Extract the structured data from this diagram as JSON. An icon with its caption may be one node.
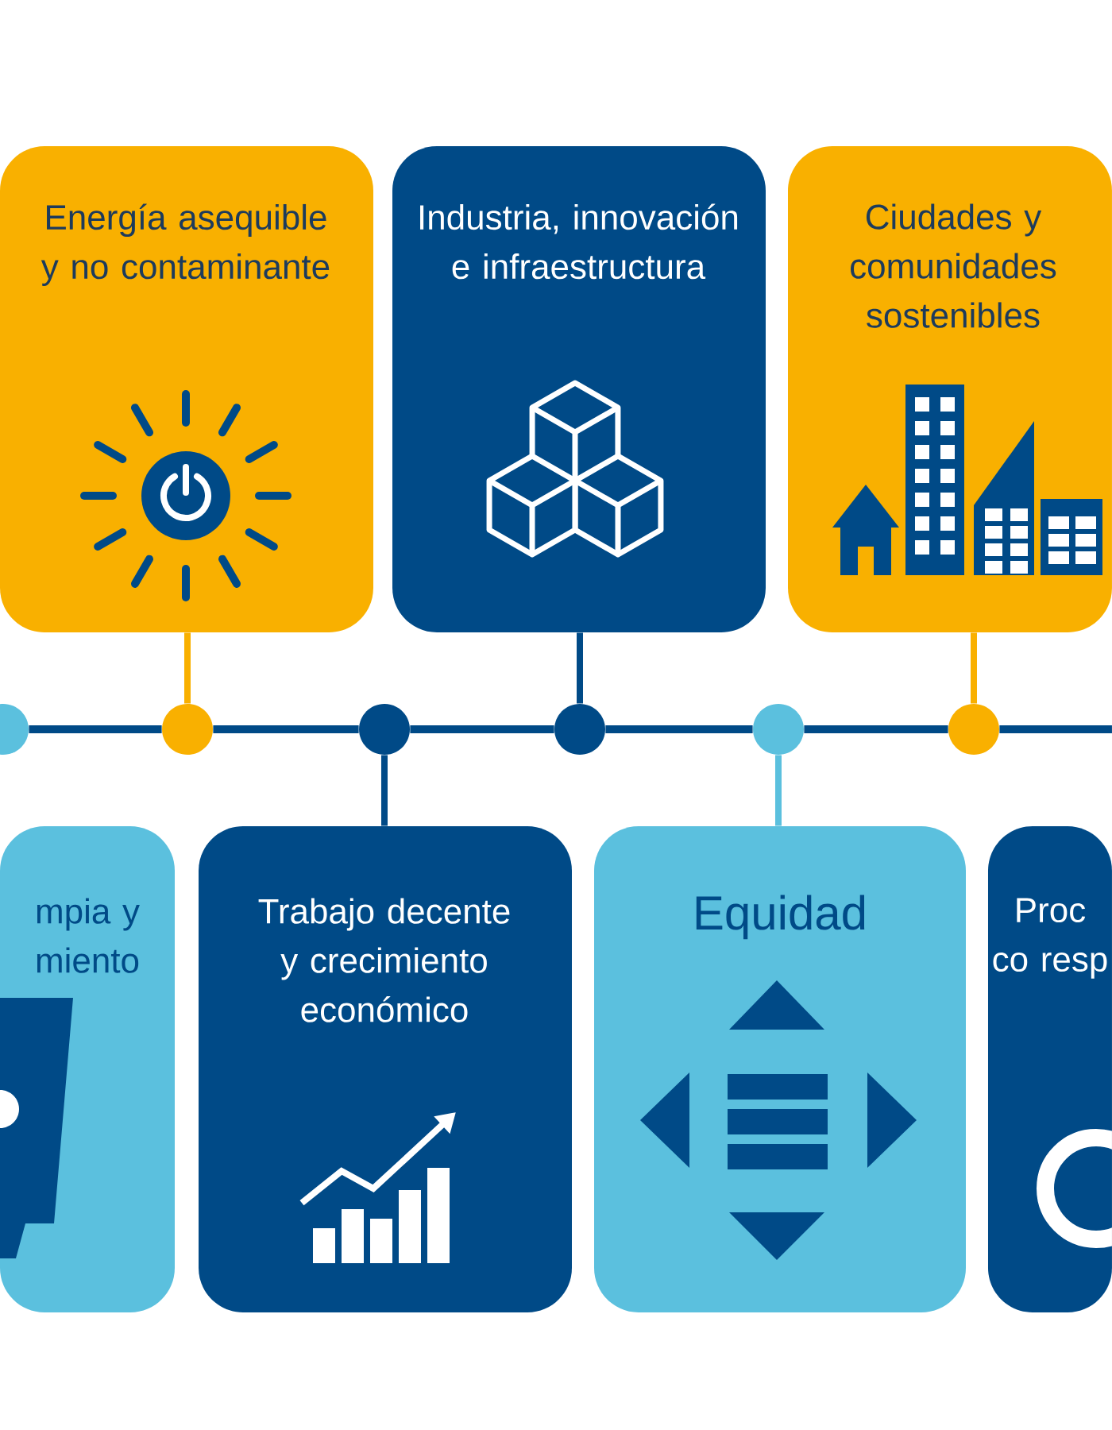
{
  "diagram": {
    "nodes": [
      {
        "text": [
          "Energía asequible y no contaminante"
        ]
      },
      {
        "text": [
          "Industria, innovación e infraestructura"
        ]
      },
      {
        "text": [
          "Ciudades y comunidades sostenibles"
        ]
      },
      {
        "text": [],
        "shape": "circle"
      },
      {
        "text": [],
        "shape": "circle"
      },
      {
        "text": [],
        "shape": "circle"
      },
      {
        "text": [],
        "shape": "circle"
      },
      {
        "text": [],
        "shape": "circle"
      },
      {
        "text": [],
        "shape": "circle"
      },
      {
        "text": [
          "mpia y miento"
        ]
      },
      {
        "text": [
          "Trabajo decente y crecimiento económico"
        ]
      },
      {
        "text": [
          "Equidad"
        ]
      },
      {
        "text": [
          "Proc co resp"
        ]
      }
    ],
    "edges": [
      {
        "from": 3,
        "to": 4,
        "arrow": "none"
      },
      {
        "from": 4,
        "to": 5,
        "arrow": "none"
      },
      {
        "from": 5,
        "to": 6,
        "arrow": "none"
      },
      {
        "from": 6,
        "to": 7,
        "arrow": "none"
      },
      {
        "from": 7,
        "to": 8,
        "arrow": "none"
      },
      {
        "from": 0,
        "to": 4,
        "arrow": "none",
        "color": "#f9b000"
      },
      {
        "from": 1,
        "to": 6,
        "arrow": "none"
      },
      {
        "from": 2,
        "to": 8,
        "arrow": "none",
        "color": "#f9b000"
      },
      {
        "from": 10,
        "to": 5,
        "arrow": "none"
      },
      {
        "from": 11,
        "to": 7,
        "arrow": "none",
        "color": "#5bc0de"
      }
    ]
  }
}
